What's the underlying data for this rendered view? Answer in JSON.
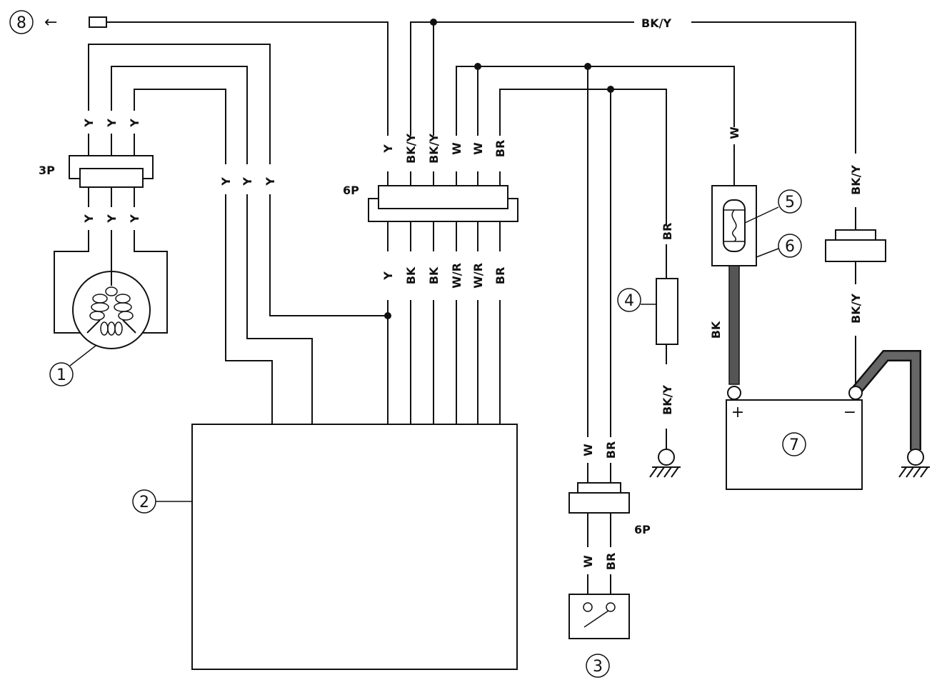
{
  "callouts": {
    "c1": "1",
    "c2": "2",
    "c3": "3",
    "c4": "4",
    "c5": "5",
    "c6": "6",
    "c7": "7",
    "c8": "8"
  },
  "connectors": {
    "stator_3p": "3P",
    "main_6p": "6P",
    "switch_6p": "6P"
  },
  "wire_colors": {
    "top_bky": "BK/Y",
    "stator_upper": [
      "Y",
      "Y",
      "Y"
    ],
    "stator_lower": [
      "Y",
      "Y",
      "Y"
    ],
    "mid_y": [
      "Y",
      "Y",
      "Y"
    ],
    "main_upper": [
      "Y",
      "BK/Y",
      "BK/Y",
      "W",
      "W",
      "BR"
    ],
    "main_lower": [
      "Y",
      "BK",
      "BK",
      "W/R",
      "W/R",
      "BR"
    ],
    "res_top": "BR",
    "res_bottom": "BK/Y",
    "fuse_top": "W",
    "batt_pos": "BK",
    "right_top": "BK/Y",
    "right_bottom": "BK/Y",
    "sw_upper": [
      "W",
      "BR"
    ],
    "sw_lower": [
      "W",
      "BR"
    ]
  },
  "battery_terminals": {
    "positive": "+",
    "negative": "−"
  },
  "arrow": "←"
}
